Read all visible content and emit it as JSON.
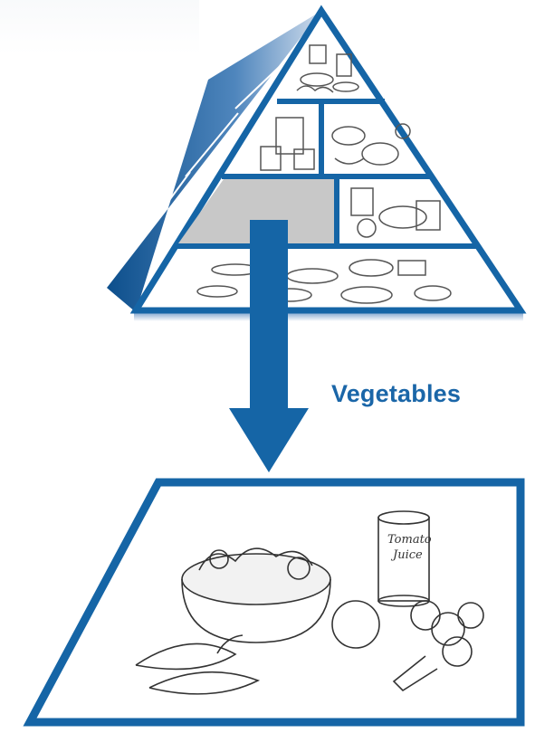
{
  "diagram": {
    "label": "Vegetables",
    "colors": {
      "frame_blue": "#1565a6",
      "dark_blue": "#0d4f8c",
      "highlight_gray": "#c8c8c8",
      "shadow_blue": "#9fb8d8"
    },
    "pyramid": {
      "tiers": [
        {
          "name": "top",
          "icon": "fats-oils-sweets-icon"
        },
        {
          "name": "dairy",
          "icon": "dairy-icon"
        },
        {
          "name": "protein",
          "icon": "meat-beans-icon"
        },
        {
          "name": "vegetables",
          "icon": "vegetables-icon",
          "highlighted": true
        },
        {
          "name": "fruit",
          "icon": "fruit-icon"
        },
        {
          "name": "grains",
          "icon": "grains-icon"
        }
      ]
    },
    "detail_panel": {
      "icon": "vegetables-illustration",
      "can_text": "Tomato Juice"
    }
  }
}
